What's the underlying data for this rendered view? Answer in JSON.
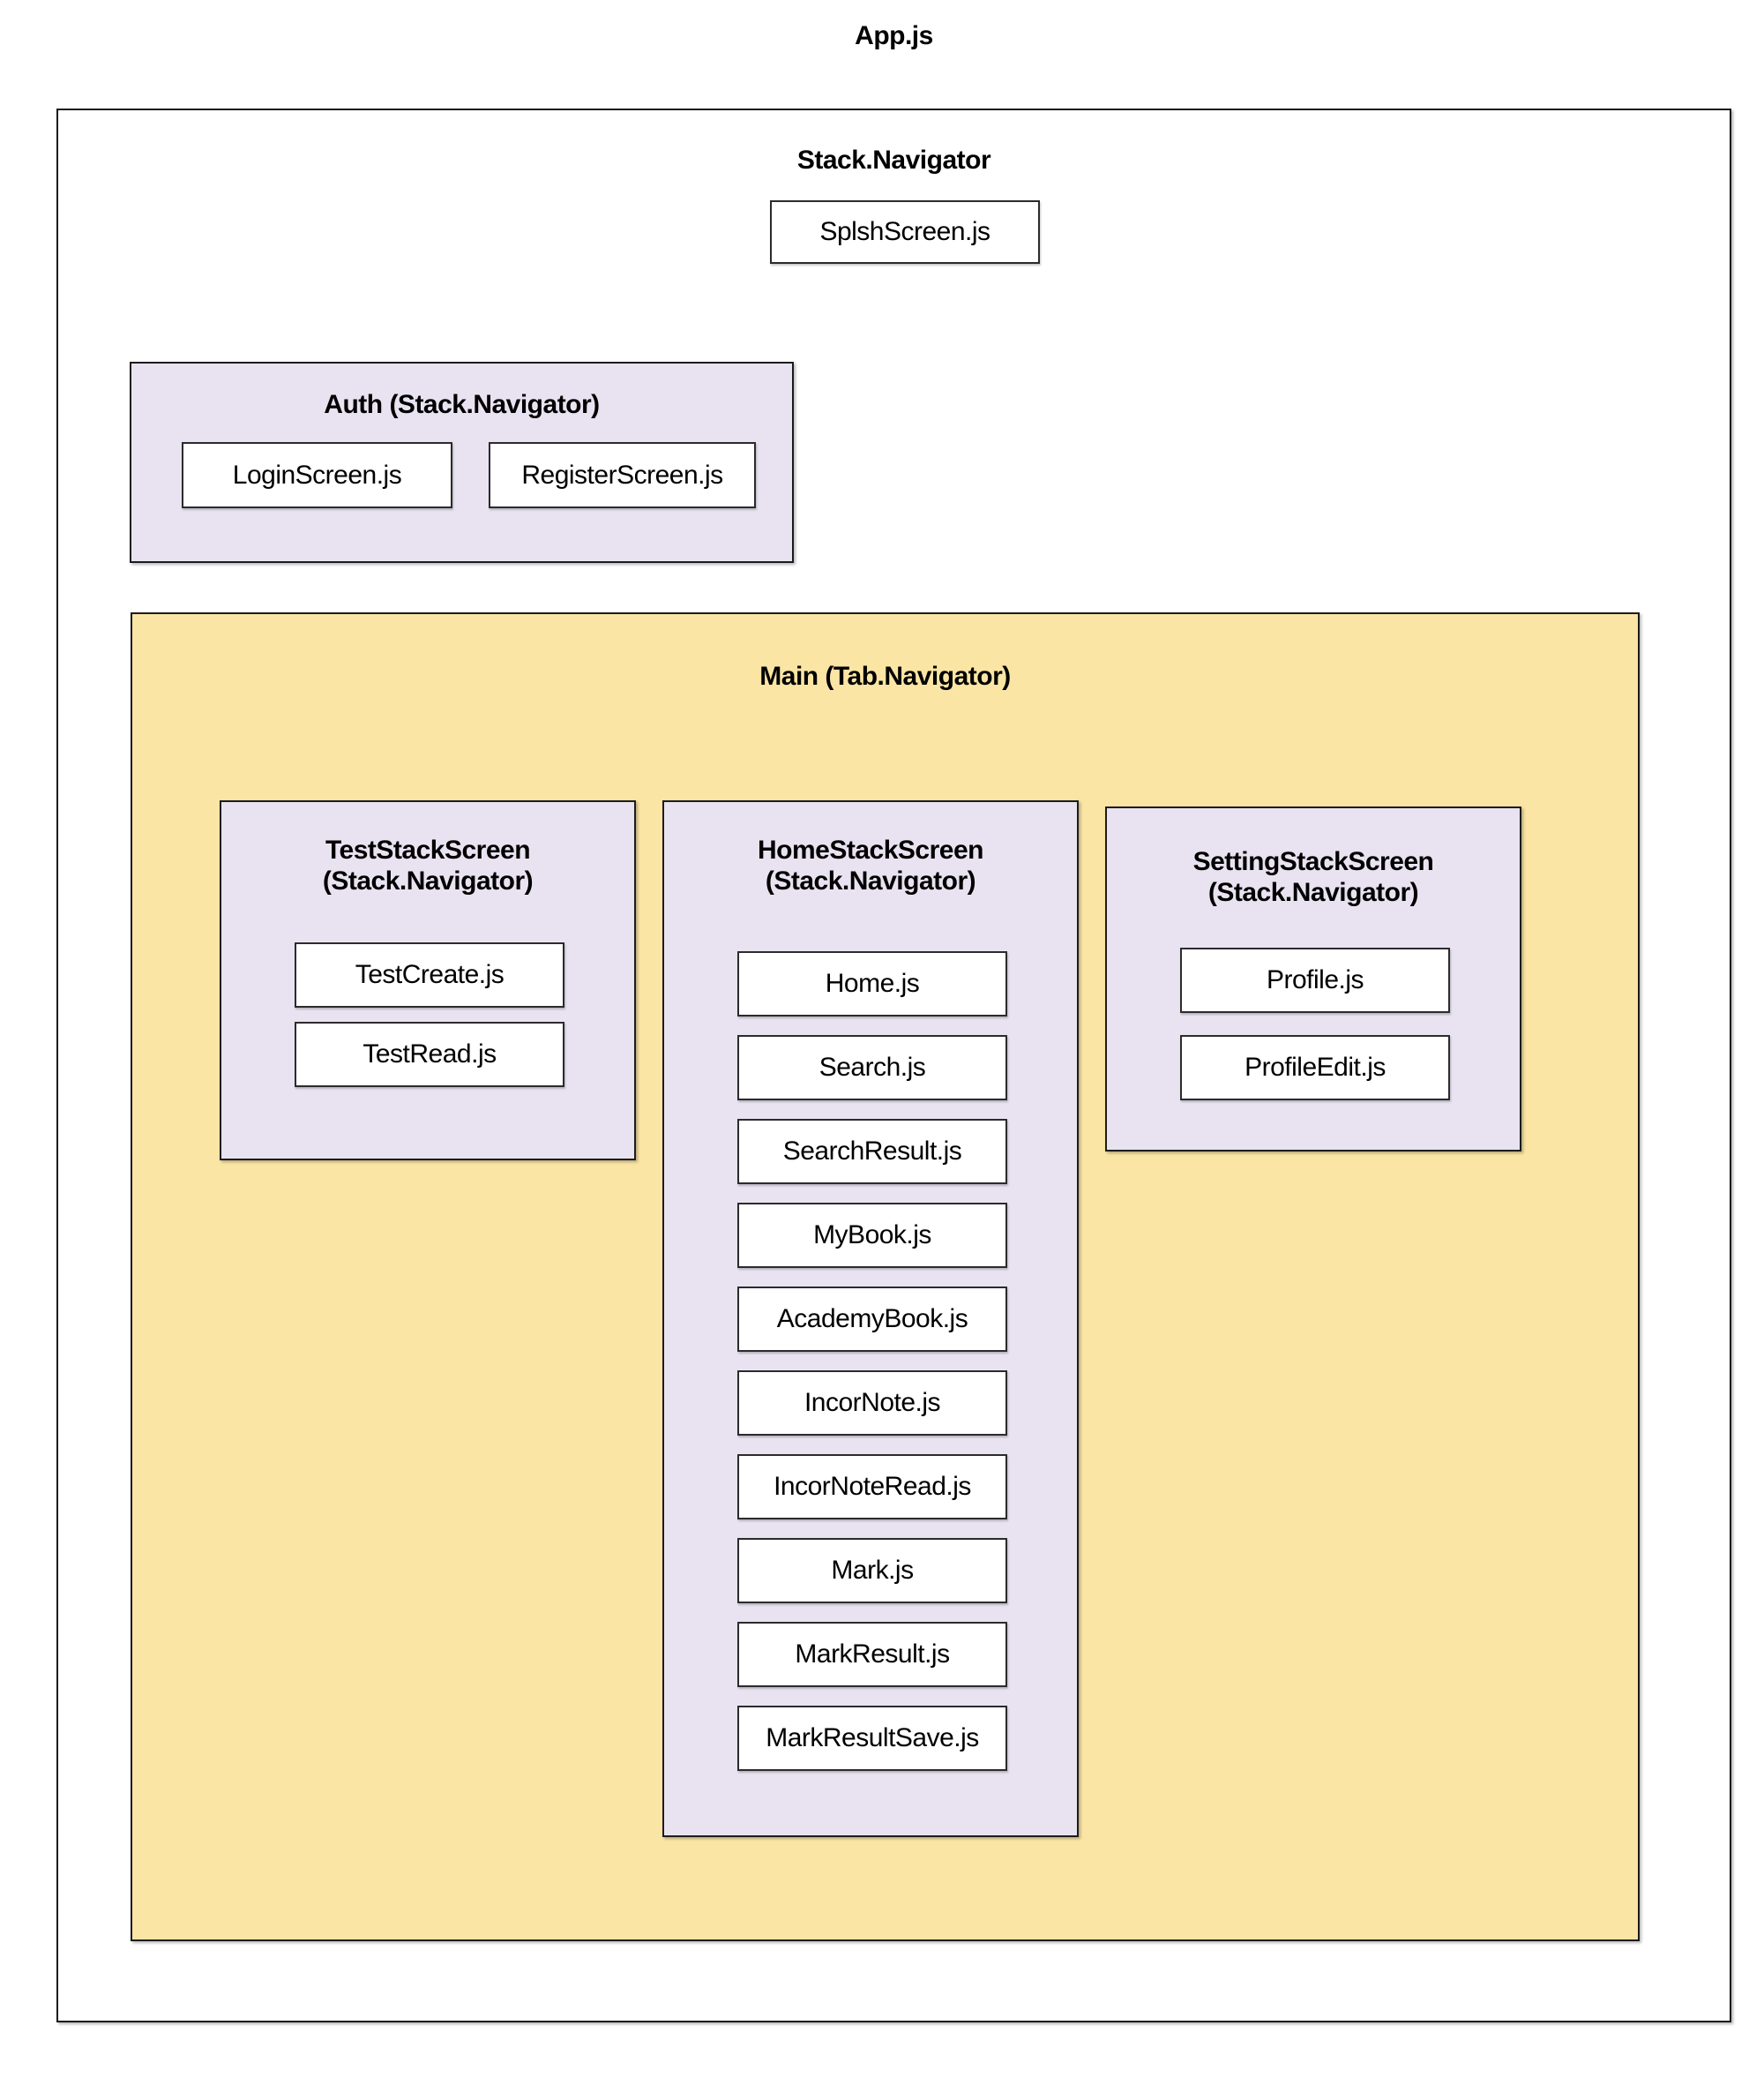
{
  "app_title": "App.js",
  "stack_navigator": {
    "title": "Stack.Navigator",
    "splash_screen": "SplshScreen.js",
    "auth": {
      "title": "Auth (Stack.Navigator)",
      "screens": [
        "LoginScreen.js",
        "RegisterScreen.js"
      ]
    },
    "main": {
      "title": "Main (Tab.Navigator)",
      "test_stack": {
        "title_line1": "TestStackScreen",
        "title_line2": "(Stack.Navigator)",
        "screens": [
          "TestCreate.js",
          "TestRead.js"
        ]
      },
      "home_stack": {
        "title_line1": "HomeStackScreen",
        "title_line2": "(Stack.Navigator)",
        "screens": [
          "Home.js",
          "Search.js",
          "SearchResult.js",
          "MyBook.js",
          "AcademyBook.js",
          "IncorNote.js",
          "IncorNoteRead.js",
          "Mark.js",
          "MarkResult.js",
          "MarkResultSave.js"
        ]
      },
      "setting_stack": {
        "title_line1": "SettingStackScreen",
        "title_line2": "(Stack.Navigator)",
        "screens": [
          "Profile.js",
          "ProfileEdit.js"
        ]
      }
    }
  },
  "colors": {
    "lavender": "#E9E3F1",
    "yellow": "#FBE5A4",
    "border": "#1C1C1C",
    "node_border": "#2B2B2B",
    "node_bg": "#FFFFFF",
    "text": "#000000"
  }
}
